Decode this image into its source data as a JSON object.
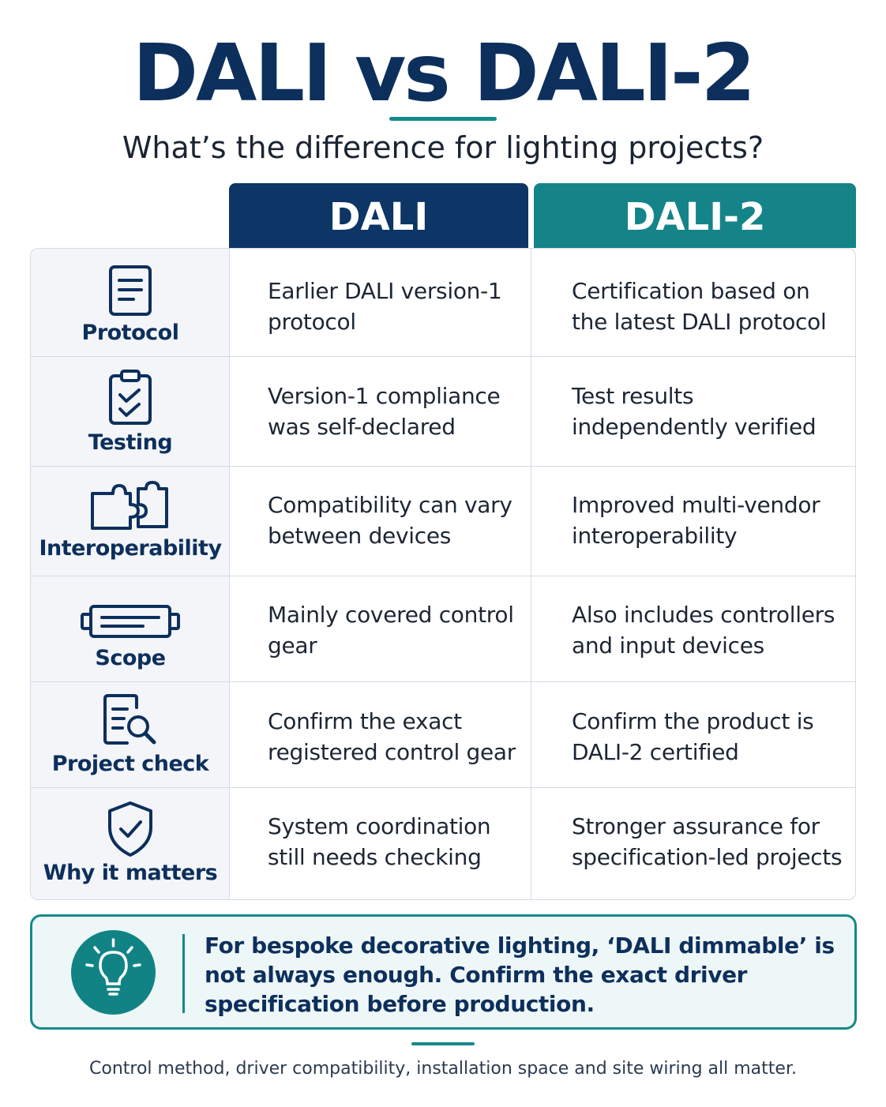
{
  "header": {
    "title": "DALI vs DALI-2",
    "subtitle": "What’s the difference for lighting projects?"
  },
  "columns": {
    "dali": "DALI",
    "dali2": "DALI-2"
  },
  "colors": {
    "navy": "#0d3566",
    "teal": "#148488"
  },
  "rows": [
    {
      "label": "Protocol",
      "icon": "document-icon",
      "dali": "Earlier DALI version-1 protocol",
      "dali2": "Certification based on the latest DALI protocol"
    },
    {
      "label": "Testing",
      "icon": "clipboard-check-icon",
      "dali": "Version-1 compliance was self-declared",
      "dali2": "Test results independently verified"
    },
    {
      "label": "Interoperability",
      "icon": "puzzle-icon",
      "dali": "Compatibility can vary between devices",
      "dali2": "Improved multi-vendor interoperability"
    },
    {
      "label": "Scope",
      "icon": "driver-module-icon",
      "dali": "Mainly covered control gear",
      "dali2": "Also includes controllers and input devices"
    },
    {
      "label": "Project check",
      "icon": "document-search-icon",
      "dali": "Confirm the exact registered control gear",
      "dali2": "Confirm the product is DALI-2 certified"
    },
    {
      "label": "Why it matters",
      "icon": "shield-check-icon",
      "dali": "System coordination still needs checking",
      "dali2": "Stronger assurance for specification-led projects"
    }
  ],
  "callout": {
    "icon": "lightbulb-icon",
    "text": "For bespoke decorative lighting, ‘DALI dimmable’ is not always enough. Confirm the exact driver specification before production."
  },
  "footnote": "Control method, driver compatibility, installation space and site wiring all matter."
}
